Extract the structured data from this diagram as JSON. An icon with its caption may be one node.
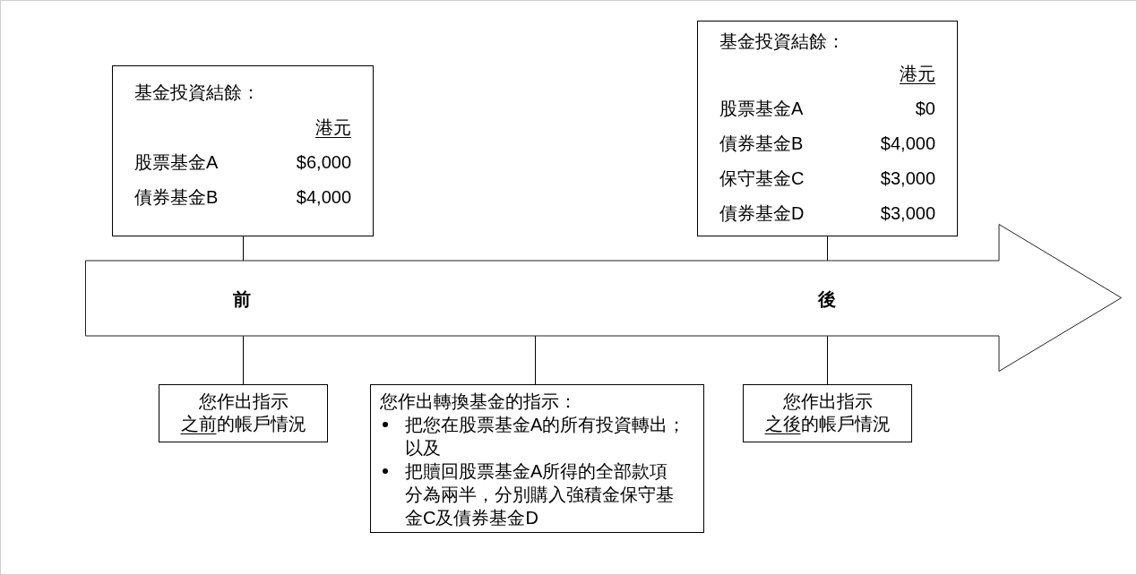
{
  "diagram": {
    "nodes": [
      {
        "text": [
          "基金投資結餘：",
          "港元",
          "股票基金A",
          "$6,000",
          "債券基金B",
          "$4,000"
        ]
      },
      {
        "text": [
          "基金投資結餘：",
          "港元",
          "股票基金A",
          "$0",
          "債券基金B",
          "$4,000",
          "保守基金C",
          "$3,000",
          "債券基金D",
          "$3,000"
        ]
      },
      {
        "text": [
          "前",
          "後"
        ]
      },
      {
        "text": [
          "您作出指示",
          "之前的帳戶情況"
        ]
      },
      {
        "text": [
          "您作出轉換基金的指示：",
          "把您在股票基金A的所有投資轉出；以及",
          "把贖回股票基金A所得的全部款項分為兩半，分別購入強積金保守基金C及債券基金D"
        ]
      },
      {
        "text": [
          "您作出指示",
          "之後的帳戶情況"
        ]
      }
    ],
    "edges": [
      {
        "from": 0,
        "to": 2,
        "arrow": "none"
      },
      {
        "from": 1,
        "to": 2,
        "arrow": "none"
      },
      {
        "from": 2,
        "to": 3,
        "arrow": "none"
      },
      {
        "from": 2,
        "to": 4,
        "arrow": "none"
      },
      {
        "from": 2,
        "to": 5,
        "arrow": "none"
      }
    ]
  }
}
